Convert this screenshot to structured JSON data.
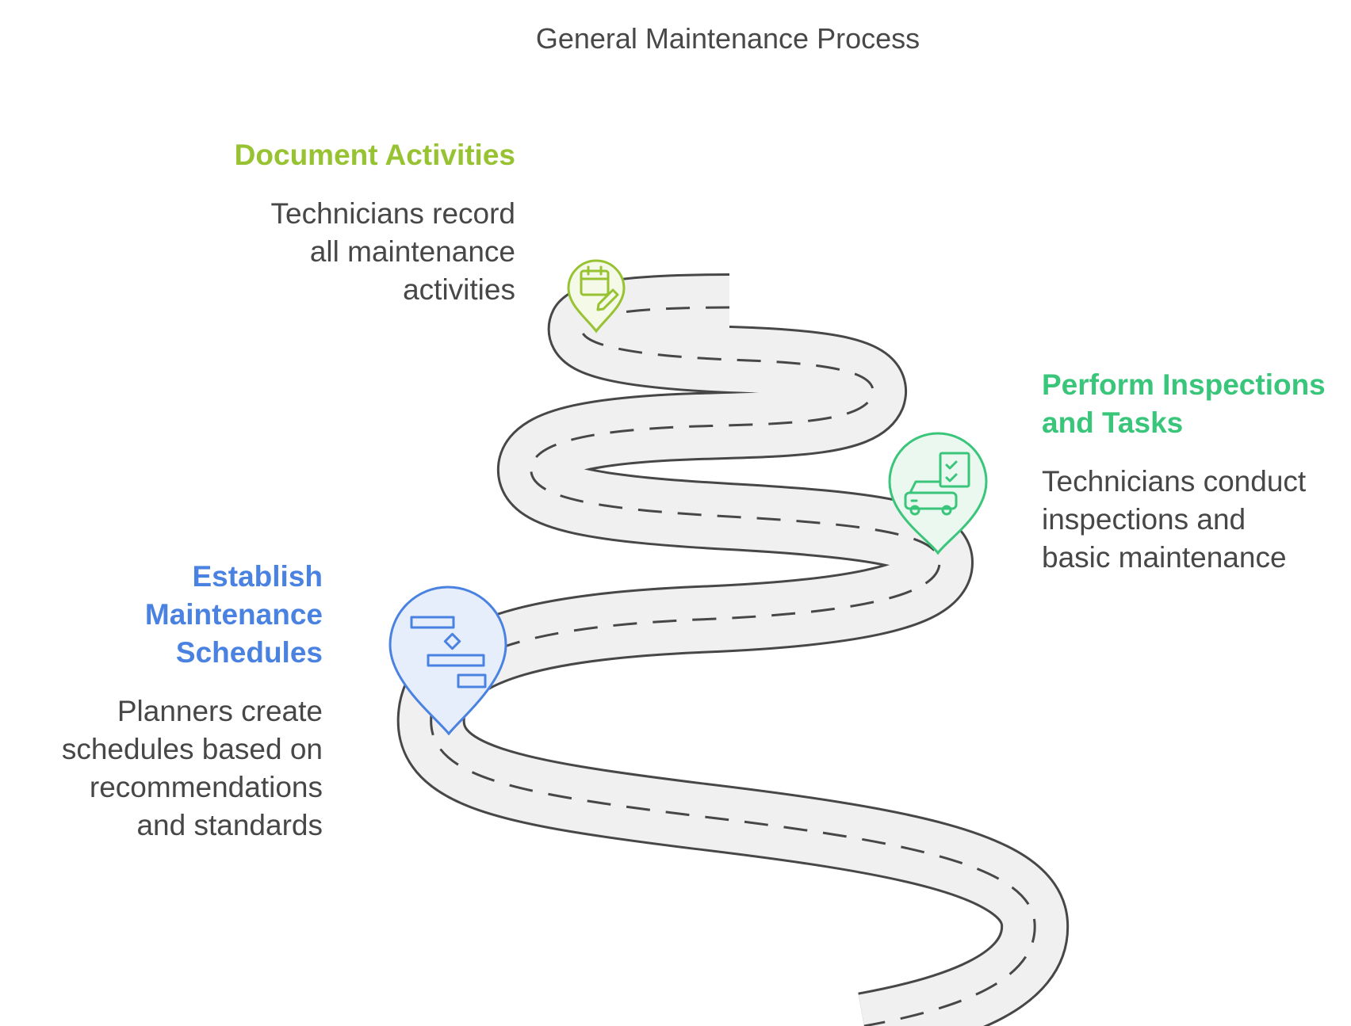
{
  "title": "General Maintenance Process",
  "colors": {
    "road_fill": "#f0f0f0",
    "road_edge": "#474747",
    "text": "#474747",
    "document": "#97c231",
    "inspect": "#39c57a",
    "schedule": "#4a82e1"
  },
  "steps": [
    {
      "id": "document",
      "heading_lines": [
        "Document Activities"
      ],
      "body_lines": [
        "Technicians record",
        "all maintenance",
        "activities"
      ],
      "icon": "calendar-edit-icon",
      "color": "#97c231"
    },
    {
      "id": "inspect",
      "heading_lines": [
        "Perform Inspections",
        "and Tasks"
      ],
      "body_lines": [
        "Technicians conduct",
        "inspections and",
        "basic maintenance"
      ],
      "icon": "car-checklist-icon",
      "color": "#39c57a"
    },
    {
      "id": "schedule",
      "heading_lines": [
        "Establish",
        "Maintenance",
        "Schedules"
      ],
      "body_lines": [
        "Planners create",
        "schedules based on",
        "recommendations",
        "and standards"
      ],
      "icon": "gantt-chart-icon",
      "color": "#4a82e1"
    }
  ]
}
